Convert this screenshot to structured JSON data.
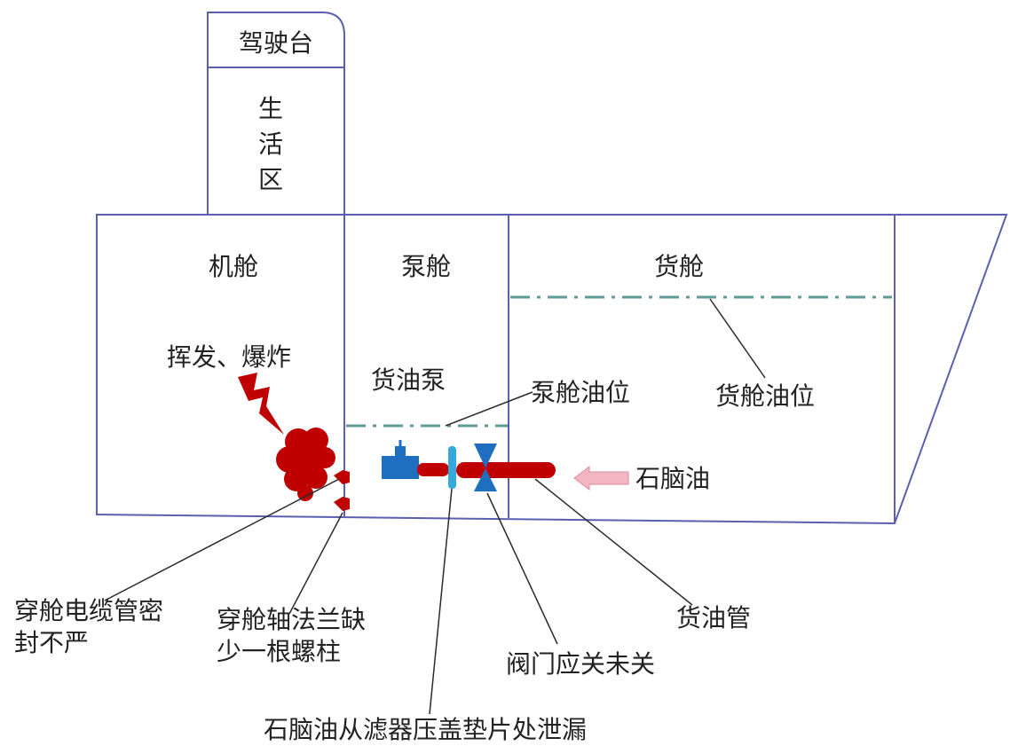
{
  "labels": {
    "bridge": "驾驶台",
    "living_line1": "生",
    "living_line2": "活",
    "living_line3": "区",
    "engine_room": "机舱",
    "pump_room": "泵舱",
    "cargo_hold": "货舱",
    "volatilize_explode": "挥发、爆炸",
    "cargo_oil_pump": "货油泵",
    "pump_room_oil_level": "泵舱油位",
    "cargo_hold_oil_level": "货舱油位",
    "naphtha": "石脑油",
    "cable_seal_line1": "穿舱电缆管密",
    "cable_seal_line2": "封不严",
    "shaft_flange_line1": "穿舱轴法兰缺",
    "shaft_flange_line2": "少一根螺柱",
    "cargo_oil_pipe": "货油管",
    "valve_not_closed": "阀门应关未关",
    "filter_leak": "石脑油从滤器压盖垫片处泄漏"
  },
  "colors": {
    "hull_line": "#5a5fb0",
    "leader_line": "#2b2b2b",
    "oil_level_line": "#5f9a98",
    "explosion_red": "#c00000",
    "pump_blue": "#1f6fc0",
    "filter_cyan": "#35a9dc",
    "arrow_pink": "#f4b6c2"
  },
  "icons": {
    "explosion": "explosion-cloud-icon",
    "lightning": "lightning-bolt-icon",
    "pump": "pump-icon",
    "valve": "gate-valve-icon",
    "flow_arrow": "flow-arrow-icon"
  }
}
